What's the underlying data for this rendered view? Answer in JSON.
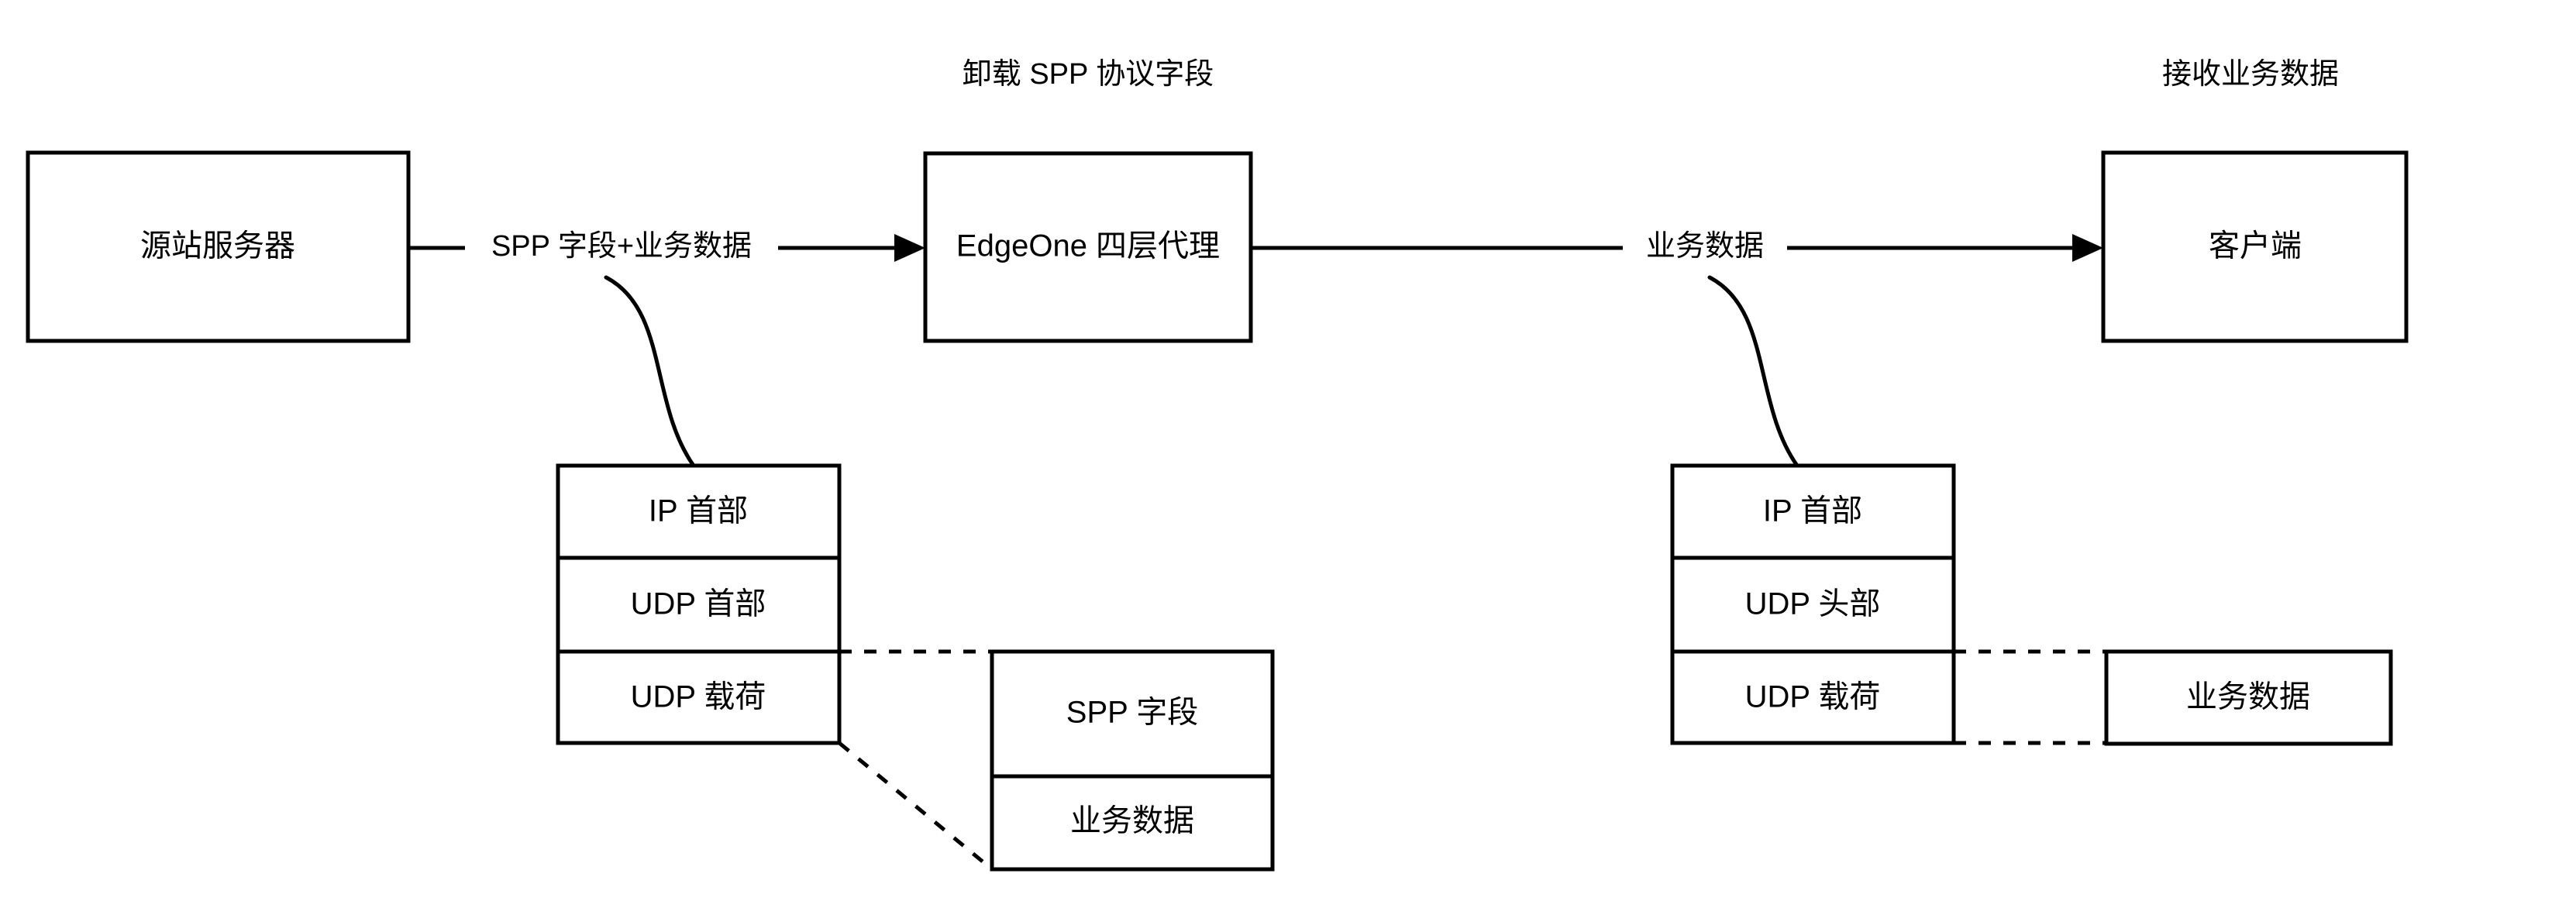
{
  "diagram": {
    "title_bar": {
      "offload_caption": "卸载 SPP 协议字段",
      "receive_caption": "接收业务数据"
    },
    "nodes": {
      "origin_server": "源站服务器",
      "edgeone_proxy": "EdgeOne 四层代理",
      "client": "客户端"
    },
    "edges": {
      "origin_to_proxy": "SPP 字段+业务数据",
      "proxy_to_client": "业务数据"
    },
    "left_packet": {
      "rows": [
        "IP 首部",
        "UDP 首部",
        "UDP 载荷"
      ]
    },
    "left_payload_detail": {
      "rows": [
        "SPP 字段",
        "业务数据"
      ]
    },
    "right_packet": {
      "rows": [
        "IP 首部",
        "UDP 头部",
        "UDP 载荷"
      ]
    },
    "right_payload_detail": {
      "rows": [
        "业务数据"
      ]
    },
    "colors": {
      "stroke": "#000000",
      "fill": "#ffffff",
      "text": "#000000"
    }
  }
}
